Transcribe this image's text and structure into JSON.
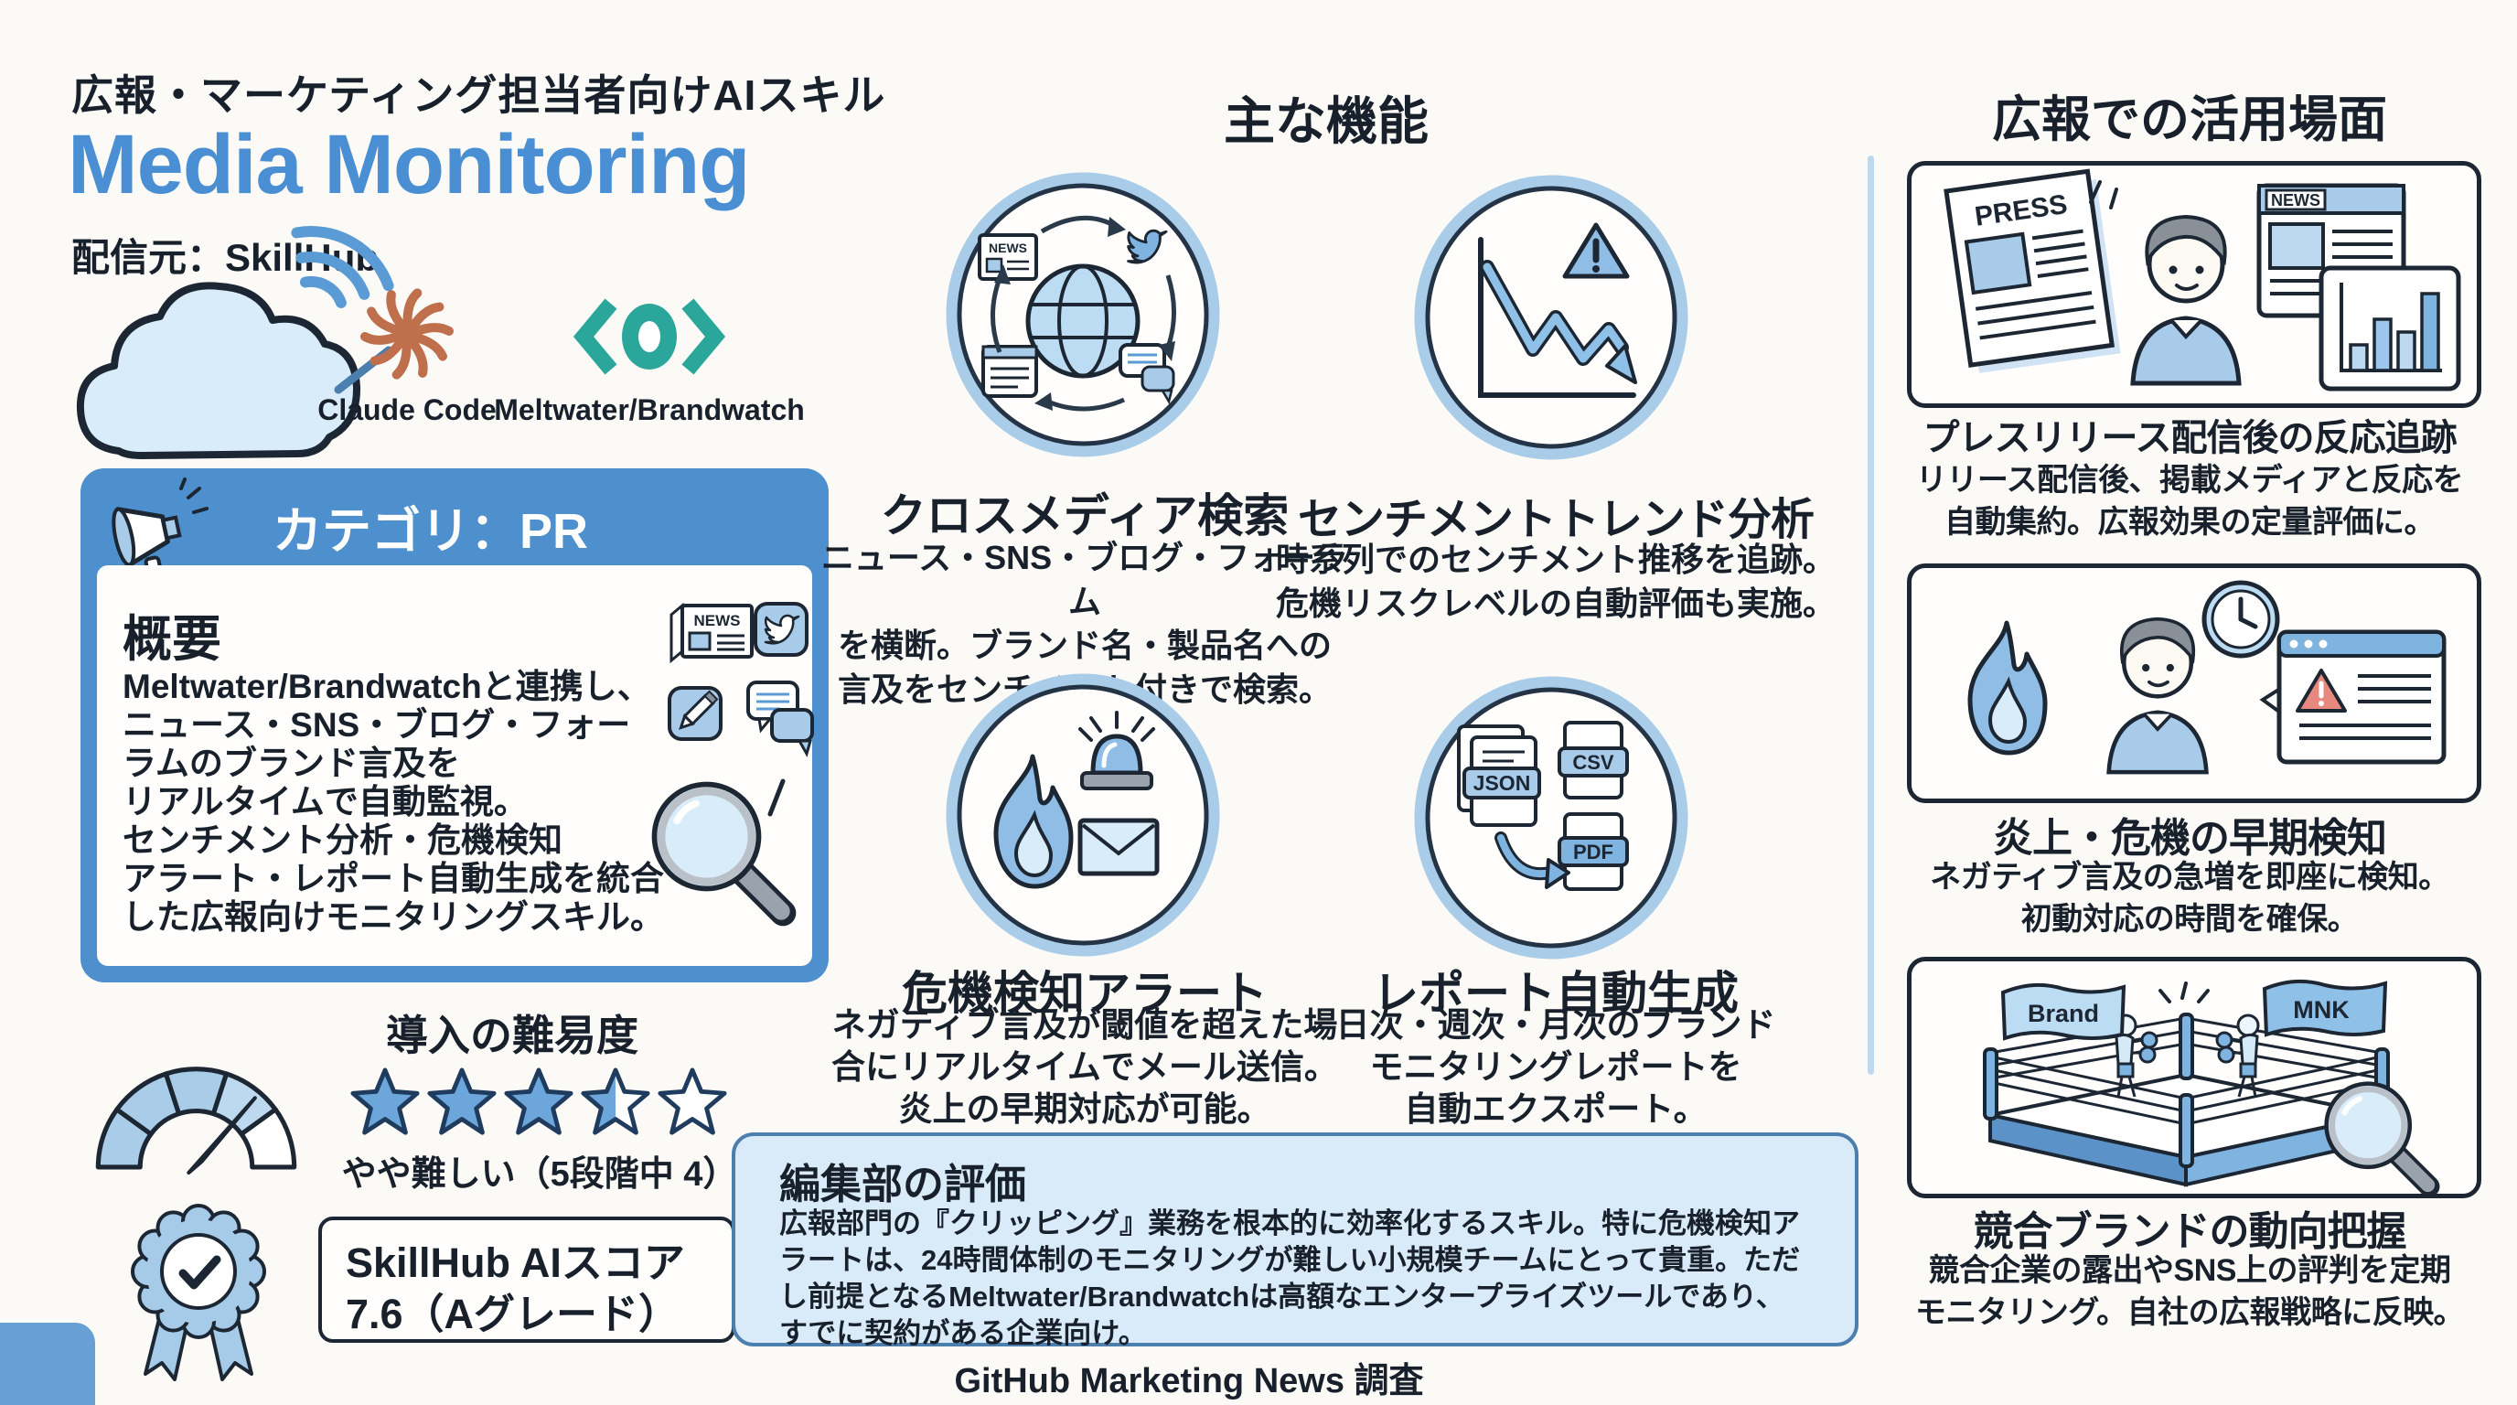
{
  "page": {
    "kicker": "広報・マーケティング担当者向けAIスキル",
    "title": "Media Monitoring",
    "source": "配信元：SkillHub",
    "footer": "GitHub Marketing News 調査"
  },
  "tools": {
    "claude_label": "Claude Code",
    "meltwater_label": "Meltwater/Brandwatch"
  },
  "category": {
    "header": "カテゴリ：PR",
    "overview_title": "概要",
    "overview_text": "Meltwater/Brandwatchと連携し、\nニュース・SNS・ブログ・フォー\nラムのブランド言及を\nリアルタイムで自動監視。\nセンチメント分析・危機検知\nアラート・レポート自動生成を統合\nした広報向けモニタリングスキル。"
  },
  "difficulty": {
    "label": "導入の難易度",
    "caption": "やや難しい（5段階中 4）",
    "rating_value": 4,
    "rating_max": 5,
    "stars": {
      "full": 3,
      "half": 1,
      "empty": 1
    }
  },
  "score": {
    "label": "SkillHub AIスコア",
    "value": "7.6（Aグレード）"
  },
  "features": {
    "heading": "主な機能",
    "items": [
      {
        "title": "クロスメディア検索",
        "desc": "ニュース・SNS・ブログ・フォーラム\nを横断。ブランド名・製品名への\n言及をセンチメント付きで検索。",
        "icon": "cross-media-globe-icon"
      },
      {
        "title": "センチメントトレンド分析",
        "desc": "時系列でのセンチメント推移を追跡。\n危機リスクレベルの自動評価も実施。",
        "icon": "sentiment-trend-chart-icon"
      },
      {
        "title": "危機検知アラート",
        "desc": "ネガティブ言及が閾値を超えた場\n合にリアルタイムでメール送信。\n炎上の早期対応が可能。",
        "icon": "crisis-alert-icon"
      },
      {
        "title": "レポート自動生成",
        "desc": "日次・週次・月次のブランド\nモニタリングレポートを\n自動エクスポート。",
        "icon": "report-export-icon"
      }
    ]
  },
  "editor_note": {
    "title": "編集部の評価",
    "text": "広報部門の『クリッピング』業務を根本的に効率化するスキル。特に危機検知アラートは、24時間体制のモニタリングが難しい小規模チームにとって貴重。ただし前提となるMeltwater/Brandwatchは高額なエンタープライズツールであり、すでに契約がある企業向け。"
  },
  "use_cases": {
    "heading": "広報での活用場面",
    "items": [
      {
        "title": "プレスリリース配信後の反応追跡",
        "desc": "リリース配信後、掲載メディアと反応を\n自動集約。広報効果の定量評価に。"
      },
      {
        "title": "炎上・危機の早期検知",
        "desc": "ネガティブ言及の急増を即座に検知。\n初動対応の時間を確保。"
      },
      {
        "title": "競合ブランドの動向把握",
        "desc": "競合企業の露出やSNS上の評判を定期\nモニタリング。自社の広報戦略に反映。"
      }
    ]
  },
  "labels": {
    "news": "NEWS",
    "press": "PRESS",
    "json": "JSON",
    "csv": "CSV",
    "pdf": "PDF",
    "brand": "Brand",
    "mnk": "MNK"
  },
  "colors": {
    "accent_blue": "#4a8fd3",
    "header_blue": "#4e8fcd",
    "light_blue": "#a8cbe9",
    "pale_blue": "#d9eaf8",
    "ink": "#1c2733",
    "claude_orange": "#bf6f4c",
    "meltwater_teal": "#2ba69b",
    "alert_red": "#e8897f"
  }
}
